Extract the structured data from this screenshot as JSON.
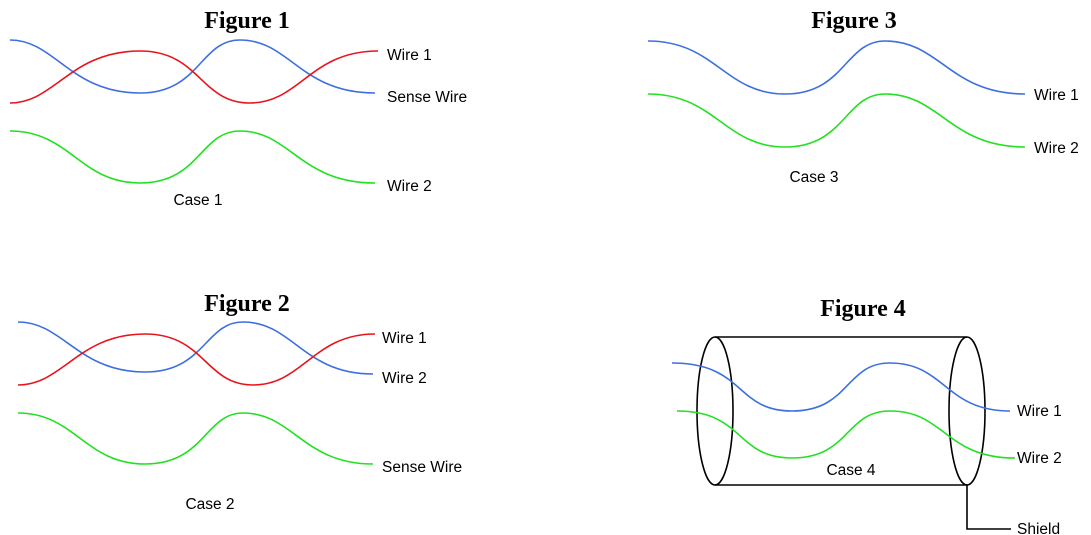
{
  "colors": {
    "red": "#e8141c",
    "blue": "#3d6fe0",
    "green": "#22e022",
    "black": "#000000"
  },
  "figure1": {
    "title": "Figure 1",
    "wire_top": "Wire 1",
    "wire_mid": "Sense Wire",
    "wire_bottom": "Wire 2",
    "case": "Case 1"
  },
  "figure2": {
    "title": "Figure 2",
    "wire_top": "Wire 1",
    "wire_mid": "Wire 2",
    "wire_bottom": "Sense Wire",
    "case": "Case 2"
  },
  "figure3": {
    "title": "Figure 3",
    "wire_top": "Wire 1",
    "wire_bottom": "Wire 2",
    "case": "Case 3"
  },
  "figure4": {
    "title": "Figure 4",
    "wire_top": "Wire 1",
    "wire_bottom": "Wire 2",
    "case": "Case 4",
    "shield": "Shield"
  }
}
